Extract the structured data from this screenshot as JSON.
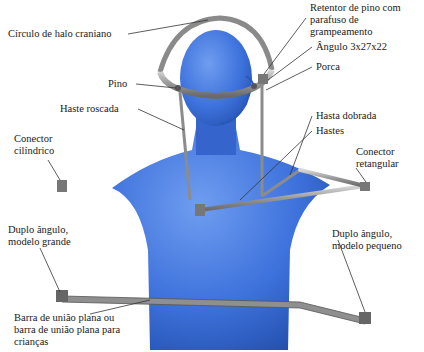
{
  "diagram": {
    "labels": [
      "Círculo de halo craniano",
      "Retentor de pino com parafuso de grampeamento",
      "Ângulo 3x27x22",
      "Porca",
      "Pino",
      "Haste roscada",
      "Conector cilíndrico",
      "Hasta dobrada",
      "Hastes",
      "Conector retangular",
      "Duplo ângulo, modelo pequeno",
      "Duplo ângulo, modelo grande",
      "Barra de união plana ou barra de união plana para crianças"
    ]
  }
}
